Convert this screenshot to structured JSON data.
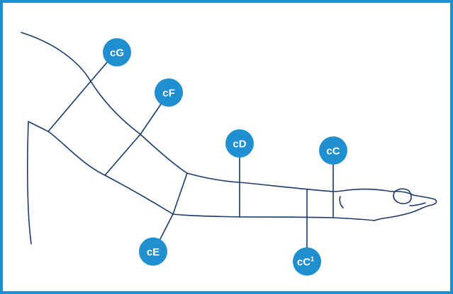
{
  "colors": {
    "frame": "#1f8fd0",
    "badge": "#1f8fd0",
    "badge_text": "#ffffff",
    "line": "#1b3a6b"
  },
  "labels": {
    "cG": "cG",
    "cF": "cF",
    "cD": "cD",
    "cC": "cC",
    "cE": "cE",
    "cC1_base": "cC",
    "cC1_sup": "1"
  }
}
